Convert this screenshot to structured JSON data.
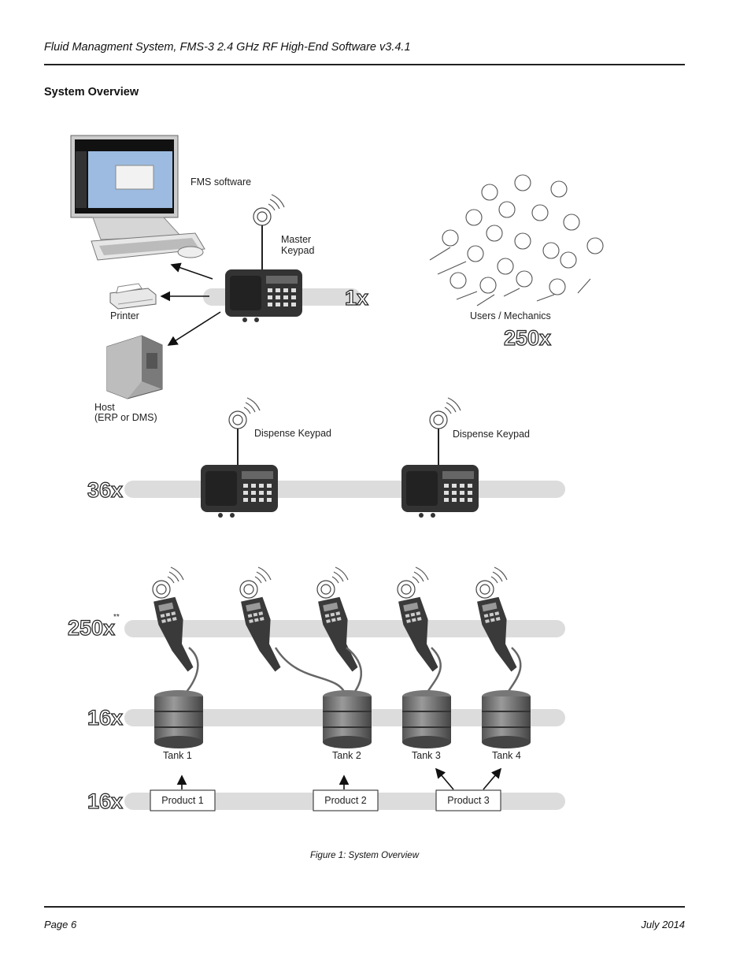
{
  "header": {
    "title": "Fluid Managment System, FMS-3 2.4 GHz RF High-End Software v3.4.1"
  },
  "section": {
    "title": "System Overview"
  },
  "diagram": {
    "fms_software": "FMS software",
    "master_keypad_line1": "Master",
    "master_keypad_line2": "Keypad",
    "printer": "Printer",
    "host_line1": "Host",
    "host_line2": "(ERP or  DMS)",
    "users": "Users / Mechanics",
    "count_master": "1x",
    "count_users": "250x",
    "dispense_keypad_1": "Dispense Keypad",
    "dispense_keypad_2": "Dispense Keypad",
    "count_dispense": "36x",
    "count_handhelds": "250x",
    "handheld_mark": "**",
    "count_tanks": "16x",
    "tanks": [
      "Tank 1",
      "Tank 2",
      "Tank 3",
      "Tank 4"
    ],
    "count_products": "16x",
    "products": [
      "Product 1",
      "Product 2",
      "Product 3"
    ]
  },
  "caption": "Figure 1: System Overview",
  "footer": {
    "page": "Page 6",
    "date": "July 2014"
  }
}
